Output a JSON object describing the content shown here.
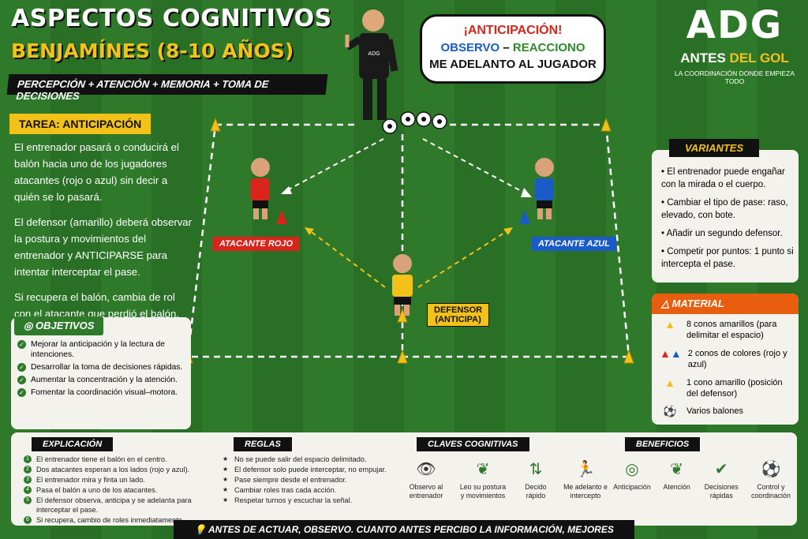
{
  "header": {
    "title": "ASPECTOS COGNITIVOS",
    "subtitle": "BENJAMÍNES (8-10 AÑOS)",
    "topics": "PERCEPCIÓN + ATENCIÓN + MEMORIA + TOMA DE DECISIONES"
  },
  "bubble": {
    "line1": "¡ANTICIPACIÓN!",
    "observo": "OBSERVO",
    "dash": " – ",
    "reacciono": "REACCIONO",
    "line3": "ME ADELANTO AL JUGADOR"
  },
  "logo": {
    "mark": "ADG",
    "name_a": "ANTES ",
    "name_b": "DEL GOL",
    "tagline": "LA COORDINACIÓN DONDE EMPIEZA TODO"
  },
  "coach_shirt": "ADG",
  "task": {
    "title": "TAREA: ANTICIPACIÓN",
    "p1": "El entrenador pasará o conducirá el balón hacia uno de los jugadores atacantes (rojo o azul) sin decir a quién se lo pasará.",
    "p2": "El defensor (amarillo) deberá observar la postura y movimientos del entrenador y ANTICIPARSE para intentar interceptar el pase.",
    "p3": "Si recupera el balón, cambia de rol con el atacante que perdió el balón."
  },
  "objectives": {
    "title": "OBJETIVOS",
    "items": [
      "Mejorar la anticipación y la lectura de intenciones.",
      "Desarrollar la toma de decisiones rápidas.",
      "Aumentar la concentración y la atención.",
      "Fomentar la coordinación visual–motora."
    ]
  },
  "field": {
    "red_label": "ATACANTE ROJO",
    "blue_label": "ATACANTE AZUL",
    "def_label1": "DEFENSOR",
    "def_label2": "(ANTICIPA)"
  },
  "variants": {
    "title": "VARIANTES",
    "items": [
      "El entrenador puede engañar con la mirada o el cuerpo.",
      "Cambiar el tipo de pase: raso, elevado, con bote.",
      "Añadir un segundo defensor.",
      "Competir por puntos: 1 punto si intercepta el pase."
    ]
  },
  "material": {
    "title": "MATERIAL",
    "items": [
      {
        "icon": "yellow-cone-icon",
        "text": "8 conos amarillos (para delimitar el espacio)"
      },
      {
        "icon": "color-cones-icon",
        "text": "2 conos de colores (rojo y azul)"
      },
      {
        "icon": "yellow-cone-icon",
        "text": "1 cono amarillo (posición del defensor)"
      },
      {
        "icon": "ball-icon",
        "text": "Varios balones"
      }
    ]
  },
  "explanation": {
    "title": "EXPLICACIÓN",
    "items": [
      "El entrenador tiene el balón en el centro.",
      "Dos atacantes esperan a los lados (rojo y azul).",
      "El entrenador mira y finta un lado.",
      "Pasa el balón a uno de los atacantes.",
      "El defensor observa, anticipa y se adelanta para interceptar el pase.",
      "Si recupera, cambio de roles inmediatamente."
    ]
  },
  "rules": {
    "title": "REGLAS",
    "items": [
      "No se puede salir del espacio delimitado.",
      "El defensor solo puede interceptar, no empujar.",
      "Pase siempre desde el entrenador.",
      "Cambiar roles tras cada acción.",
      "Respetar turnos y escuchar la señal."
    ]
  },
  "keys": {
    "title": "CLAVES COGNITIVAS",
    "items": [
      {
        "icon": "eye-icon",
        "label": "Observo al entrenador"
      },
      {
        "icon": "brain-icon",
        "label": "Leo su postura y movimientos"
      },
      {
        "icon": "split-arrow-icon",
        "label": "Decido rápido"
      },
      {
        "icon": "runner-icon",
        "label": "Me adelanto e intercepto"
      }
    ]
  },
  "benefits": {
    "title": "BENEFICIOS",
    "items": [
      {
        "icon": "target-icon",
        "label": "Anticipación"
      },
      {
        "icon": "brain-icon",
        "label": "Atención"
      },
      {
        "icon": "check-circle-icon",
        "label": "Decisiones rápidas"
      },
      {
        "icon": "ball-icon",
        "label": "Control y coordinación"
      }
    ]
  },
  "footer": "ANTES DE ACTUAR, OBSERVO. CUANTO ANTES PERCIBO LA INFORMACIÓN, MEJORES DECISIONES TOMO.",
  "colors": {
    "yellow": "#f2c21b",
    "red": "#d8241b",
    "blue": "#1b5bc8",
    "green": "#2f7a2a",
    "orange": "#e85e0e"
  }
}
